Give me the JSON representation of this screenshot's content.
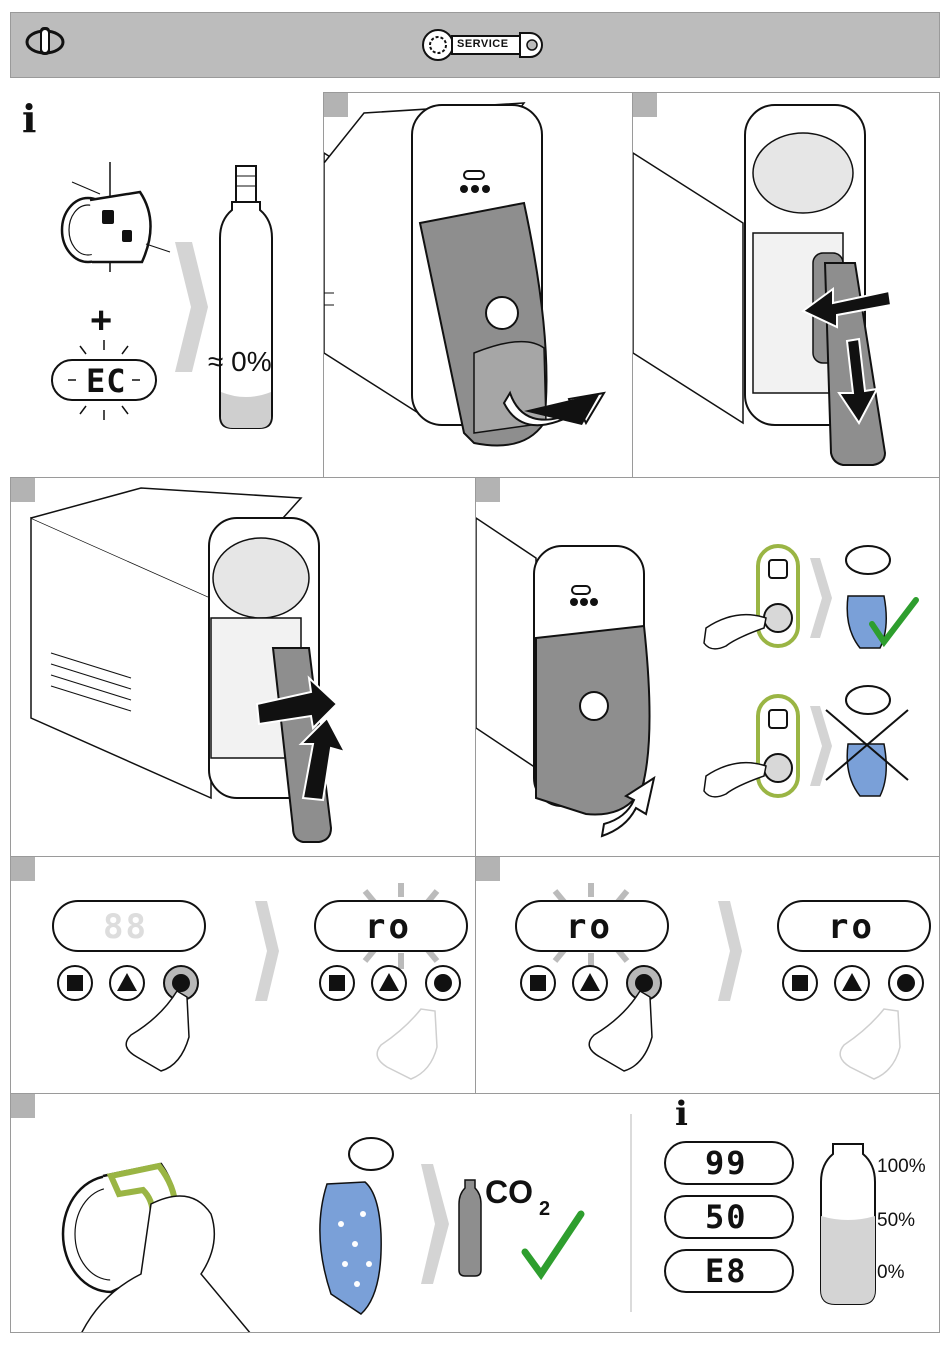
{
  "header": {
    "service_label": "SERVICE",
    "bg_color": "#bcbcbc"
  },
  "intro": {
    "info_symbol": "i",
    "plus_symbol": "+",
    "display_code": "EC",
    "cylinder_level": "≈ 0%"
  },
  "displays": {
    "blank": "88",
    "ro": "ro",
    "ro_steady": "ro"
  },
  "step6": {
    "gas_label": "CO",
    "gas_subscript": "2"
  },
  "levels": {
    "info_symbol": "i",
    "codes": [
      "99",
      "50",
      "E8"
    ],
    "percent_labels": [
      "100%",
      "50%",
      "0%"
    ]
  },
  "colors": {
    "accent_green": "#9ab544",
    "check_green": "#2e9e2e",
    "water_blue": "#7aa0d8",
    "panel_gray": "#8e8e8e",
    "step_gray": "#b3b3b3"
  }
}
